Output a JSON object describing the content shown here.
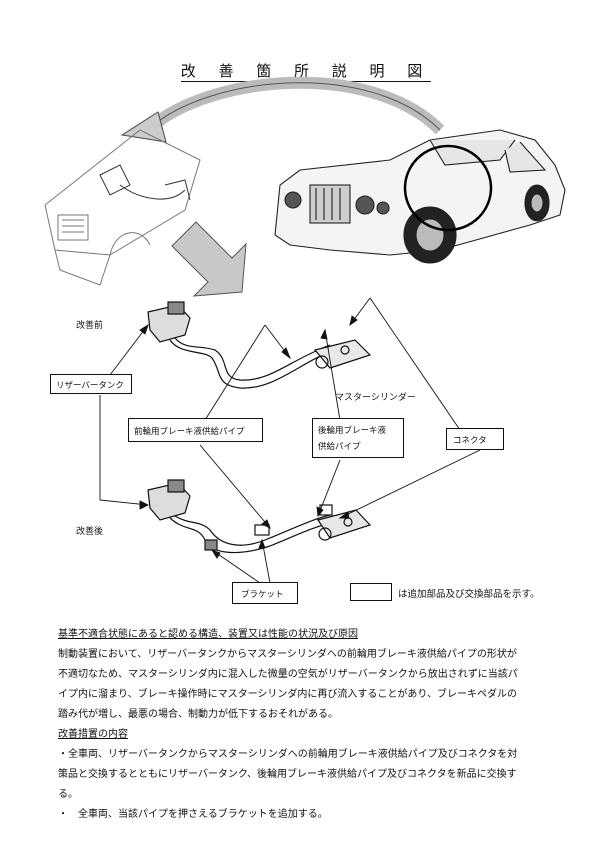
{
  "title": "改 善 箇 所 説 明 図",
  "labels": {
    "before": "改善前",
    "after": "改善後",
    "reservoir_tank": "リザーバータンク",
    "master_cylinder": "マスターシリンダー",
    "front_pipe": "前輪用ブレーキ液供給パイプ",
    "rear_pipe_line1": "後輪用ブレーキ液",
    "rear_pipe_line2": "供給パイプ",
    "connector": "コネクタ",
    "bracket": "ブラケット",
    "legend_note": "は追加部品及び交換部品を示す。"
  },
  "body": {
    "heading1": "基準不適合状態にあると認める構造、装置又は性能の状況及び原因",
    "paragraph1_lines": [
      "制動装置において、リザーバータンクからマスターシリンダへの前輪用ブレーキ液供給パイプの形状が",
      "不適切なため、マスターシリンダ内に混入した微量の空気がリザーバータンクから放出されずに当該パ",
      "イプ内に溜まり、ブレーキ操作時にマスターシリンダ内に再び流入することがあり、ブレーキペダルの",
      "踏み代が増し、最悪の場合、制動力が低下するおそれがある。"
    ],
    "heading2": "改善措置の内容",
    "item1_lines": [
      "・全車両、リザーバータンクからマスターシリンダへの前輪用ブレーキ液供給パイプ及びコネクタを対",
      "策品と交換するとともにリザーバータンク、後輪用ブレーキ液供給パイプ及びコネクタを新品に交換す",
      "る。"
    ],
    "item2": "・　全車両、当該パイプを押さえるブラケットを追加する。"
  }
}
